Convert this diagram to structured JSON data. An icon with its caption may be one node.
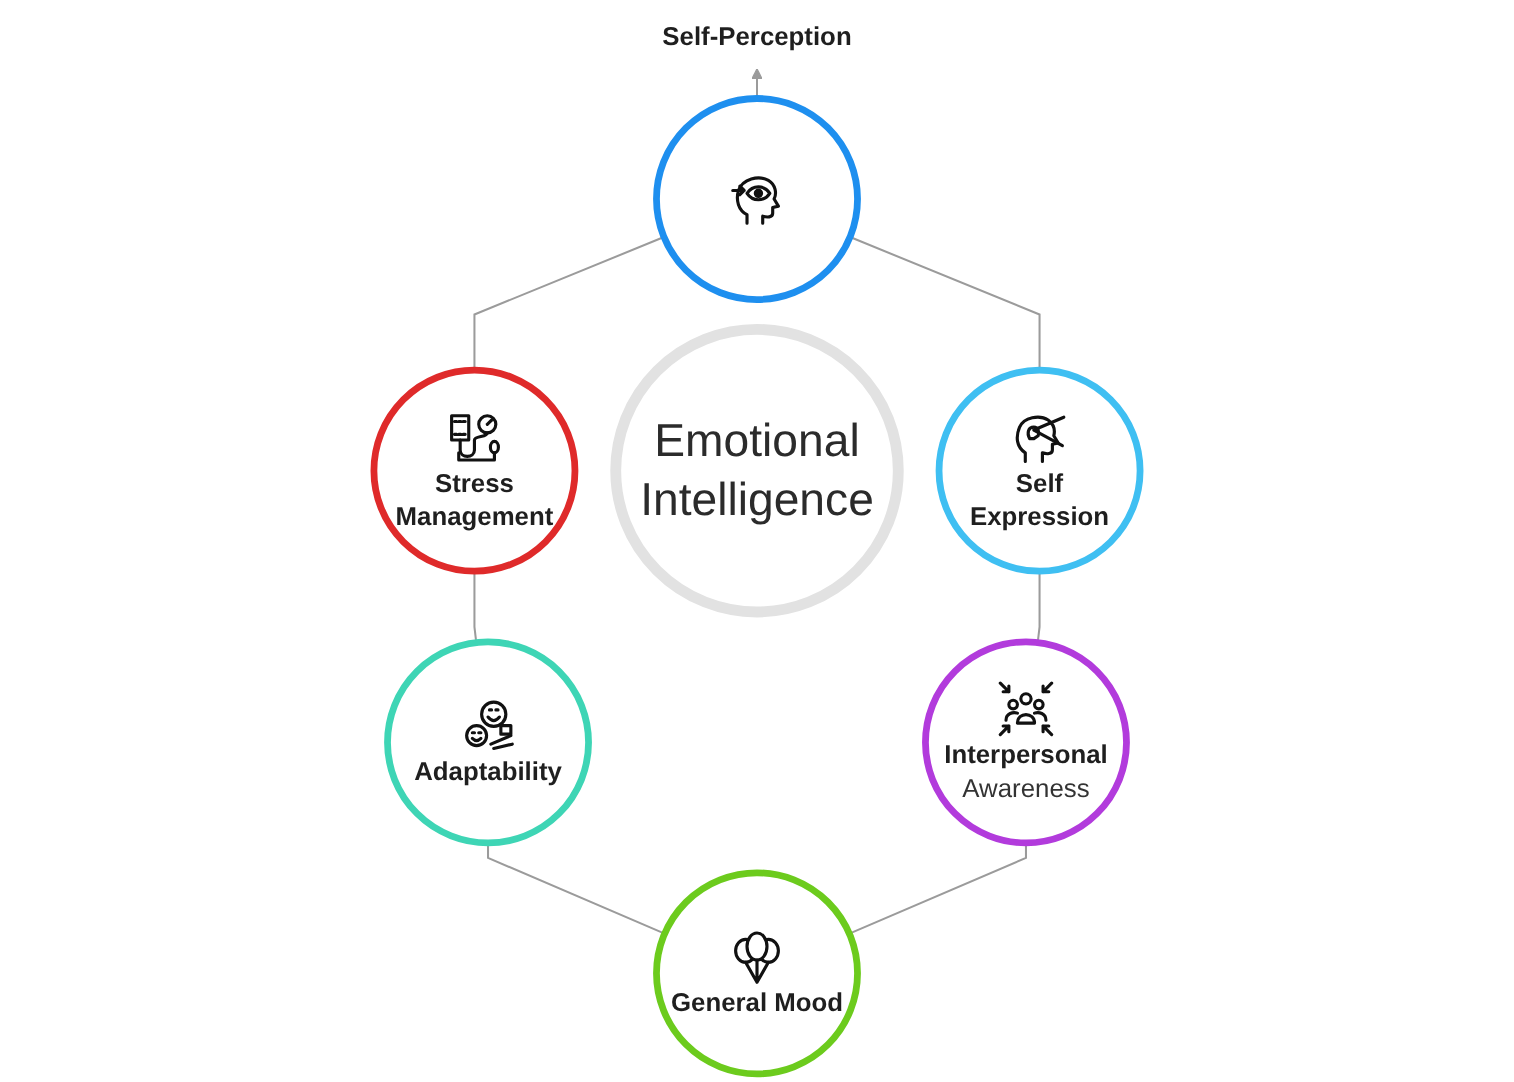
{
  "diagram": {
    "nodes": [
      {
        "text": [
          "Self-Perception"
        ]
      },
      {
        "text": [],
        "shape": "circle"
      },
      {
        "text": [
          "Stress Management"
        ]
      },
      {
        "text": [
          "Self Expression"
        ]
      },
      {
        "text": [
          "Emotional Intelligence"
        ]
      },
      {
        "text": [
          "Interpersonal",
          "Awareness"
        ]
      },
      {
        "text": [
          "Adaptability"
        ]
      },
      {
        "text": [
          "General Mood"
        ]
      }
    ],
    "edges": [
      {
        "from": 1,
        "to": 0,
        "arrow": "to"
      },
      {
        "from": 2,
        "to": 1,
        "arrow": "none"
      },
      {
        "from": 3,
        "to": 1,
        "arrow": "none"
      },
      {
        "from": 6,
        "to": 2,
        "arrow": "none"
      },
      {
        "from": 5,
        "to": 3,
        "arrow": "none"
      },
      {
        "from": 7,
        "to": 6,
        "arrow": "none"
      },
      {
        "from": 7,
        "to": 5,
        "arrow": "none"
      }
    ]
  }
}
